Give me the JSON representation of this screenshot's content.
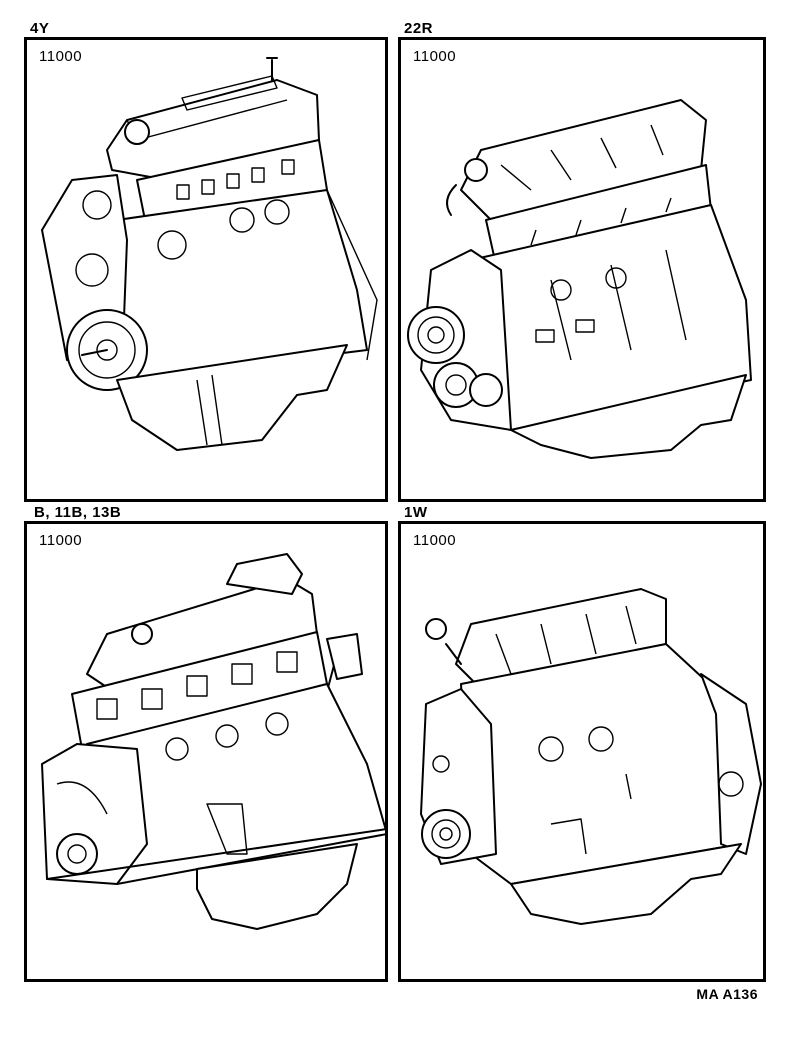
{
  "page": {
    "code": "MA A136"
  },
  "panels": [
    {
      "engine": "4Y",
      "part_number": "11000",
      "illustration": "engine-assembly-4y"
    },
    {
      "engine": "22R",
      "part_number": "11000",
      "illustration": "engine-assembly-22r"
    },
    {
      "engine": "B, 11B, 13B",
      "part_number": "11000",
      "illustration": "engine-assembly-b-11b-13b"
    },
    {
      "engine": "1W",
      "part_number": "11000",
      "illustration": "engine-assembly-1w"
    }
  ]
}
